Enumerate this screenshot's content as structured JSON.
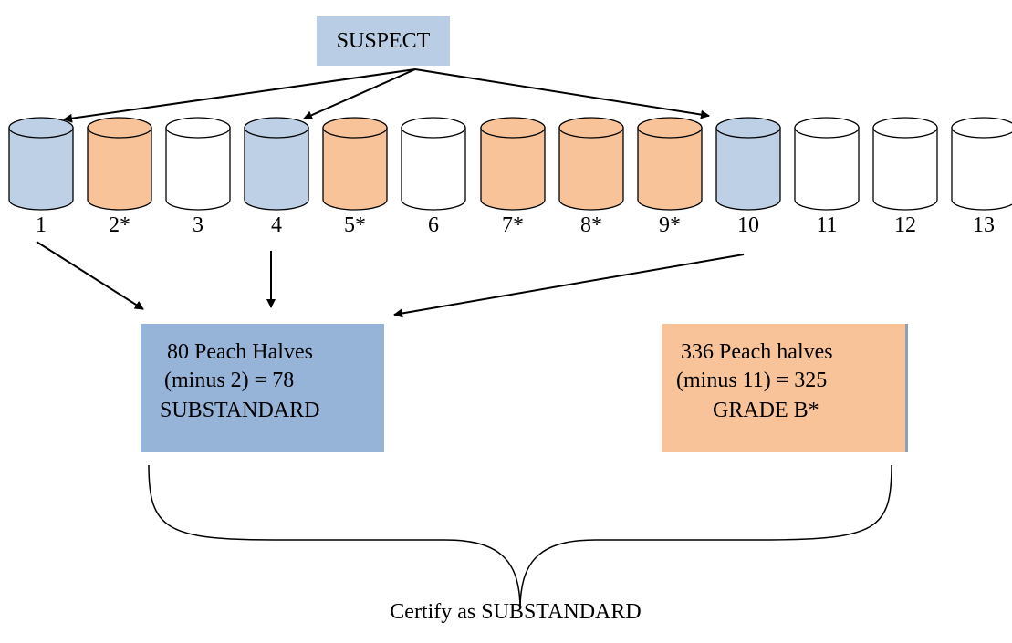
{
  "suspect_label": "SUSPECT",
  "cans": [
    {
      "label": "1",
      "fill": "#bdd0e6"
    },
    {
      "label": "2*",
      "fill": "#f9c39a"
    },
    {
      "label": "3",
      "fill": "#ffffff"
    },
    {
      "label": "4",
      "fill": "#bdd0e6"
    },
    {
      "label": "5*",
      "fill": "#f9c39a"
    },
    {
      "label": "6",
      "fill": "#ffffff"
    },
    {
      "label": "7*",
      "fill": "#f9c39a"
    },
    {
      "label": "8*",
      "fill": "#f9c39a"
    },
    {
      "label": "9*",
      "fill": "#f9c39a"
    },
    {
      "label": "10",
      "fill": "#bdd0e6"
    },
    {
      "label": "11",
      "fill": "#ffffff"
    },
    {
      "label": "12",
      "fill": "#ffffff"
    },
    {
      "label": "13",
      "fill": "#ffffff"
    }
  ],
  "left_box": {
    "line1": "80 Peach Halves",
    "line2": "(minus 2) = 78",
    "line3": "SUBSTANDARD",
    "fill": "#96b4d8"
  },
  "right_box": {
    "line1": "336 Peach halves",
    "line2": "(minus 11) = 325",
    "line3": "GRADE B*",
    "fill": "#f9c39a"
  },
  "conclusion": "Certify as SUBSTANDARD",
  "colors": {
    "suspect_box": "#b9cde5",
    "stroke": "#000000"
  }
}
